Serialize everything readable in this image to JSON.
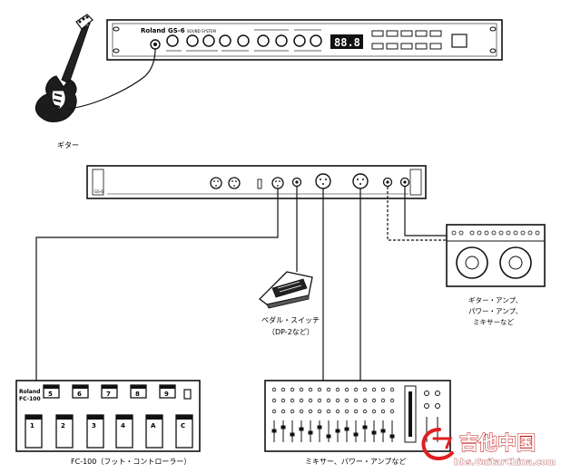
{
  "rack_unit": {
    "brand": "Roland",
    "model": "GS-6",
    "tagline": "SOUND SYSTEM",
    "display_value": "88.8"
  },
  "rear_panel": {
    "model": "GS-6"
  },
  "guitar": {
    "label": "ギター"
  },
  "pedal": {
    "label_line1": "ペダル・スイッチ",
    "label_line2": "（DP-2など）"
  },
  "amp": {
    "label_line1": "ギター・アンプ、",
    "label_line2": "パワー・アンプ、",
    "label_line3": "ミキサーなど"
  },
  "foot_controller": {
    "brand": "Roland",
    "model": "FC-100",
    "top_keys": [
      "5",
      "6",
      "7",
      "8",
      "9"
    ],
    "bottom_keys": [
      "1",
      "2",
      "3",
      "4",
      "A",
      "C"
    ],
    "label": "FC-100（フット・コントローラー）"
  },
  "mixer": {
    "label": "ミキサー、パワー・アンプなど"
  },
  "watermark": {
    "text": "吉他中国",
    "url": "bbs.GuitarChina.com"
  }
}
